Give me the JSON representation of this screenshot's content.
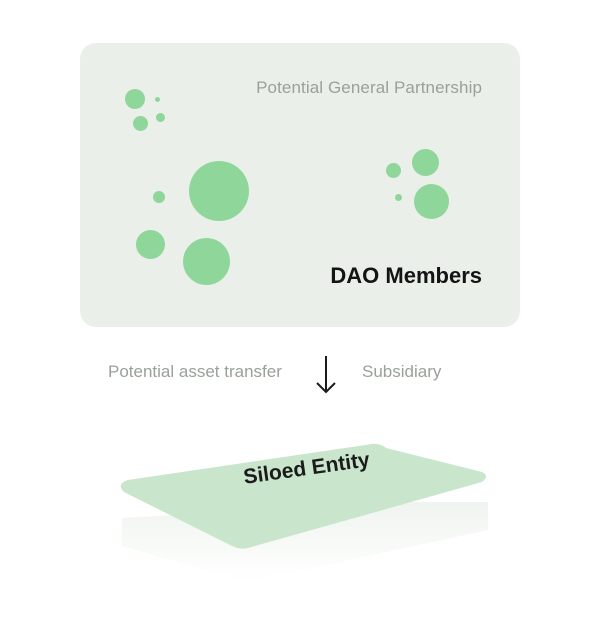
{
  "card": {
    "title": "Potential General Partnership",
    "members_label": "DAO Members"
  },
  "flow": {
    "left_label": "Potential asset transfer",
    "right_label": "Subsidiary",
    "arrow_icon": "arrow-down-icon"
  },
  "entity": {
    "label": "Siloed Entity"
  },
  "colors": {
    "card_bg": "#eaefea",
    "member_dot": "#8fd69a",
    "entity_fill": "#c9e6cc",
    "muted_text": "#9aa09a",
    "dark_text": "#141414"
  }
}
